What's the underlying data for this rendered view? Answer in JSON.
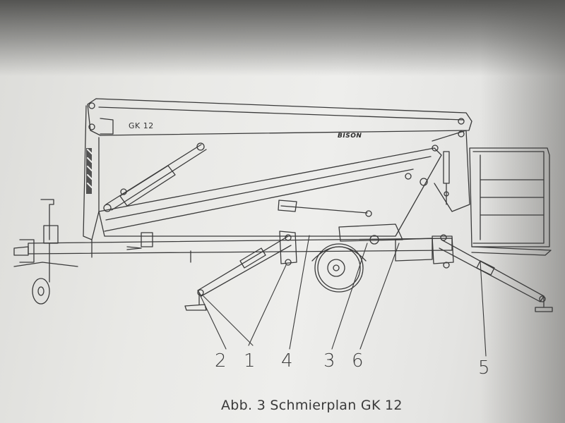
{
  "caption": "Abb. 3 Schmierplan GK 12",
  "boom_label": "GK 12",
  "logo_text": "BISON",
  "callouts": [
    "2",
    "1",
    "4",
    "3",
    "6",
    "5"
  ],
  "colors": {
    "paper": "#ececea",
    "ink": "#3a3a3a",
    "background": "#7f7e7c"
  }
}
